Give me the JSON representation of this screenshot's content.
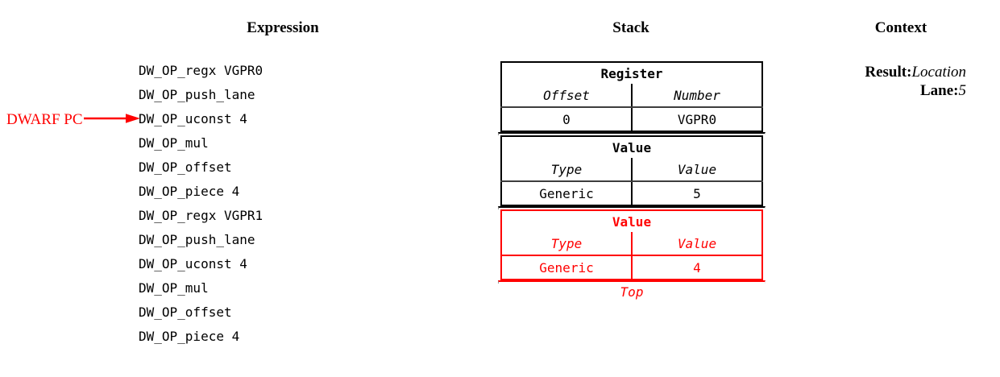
{
  "headings": {
    "expression": "Expression",
    "stack": "Stack",
    "context": "Context"
  },
  "pc_marker": {
    "label": "DWARF PC",
    "points_to_line_index": 3,
    "color": "#ff0000"
  },
  "expression": {
    "lines": [
      "DW_OP_regx VGPR0",
      "DW_OP_push_lane",
      "DW_OP_uconst 4",
      "DW_OP_mul",
      "DW_OP_offset",
      "DW_OP_piece 4",
      "DW_OP_regx VGPR1",
      "DW_OP_push_lane",
      "DW_OP_uconst 4",
      "DW_OP_mul",
      "DW_OP_offset",
      "DW_OP_piece 4"
    ]
  },
  "stack": {
    "top_label": "Top",
    "entries": [
      {
        "title": "Register",
        "columns": [
          "Offset",
          "Number"
        ],
        "values": [
          "0",
          "VGPR0"
        ],
        "highlighted": false,
        "color": "#000000"
      },
      {
        "title": "Value",
        "columns": [
          "Type",
          "Value"
        ],
        "values": [
          "Generic",
          "5"
        ],
        "highlighted": false,
        "color": "#000000"
      },
      {
        "title": "Value",
        "columns": [
          "Type",
          "Value"
        ],
        "values": [
          "Generic",
          "4"
        ],
        "highlighted": true,
        "color": "#ff0000"
      }
    ]
  },
  "context": {
    "rows": [
      {
        "key": "Result:",
        "value": "Location"
      },
      {
        "key": "Lane:",
        "value": "5"
      }
    ]
  }
}
